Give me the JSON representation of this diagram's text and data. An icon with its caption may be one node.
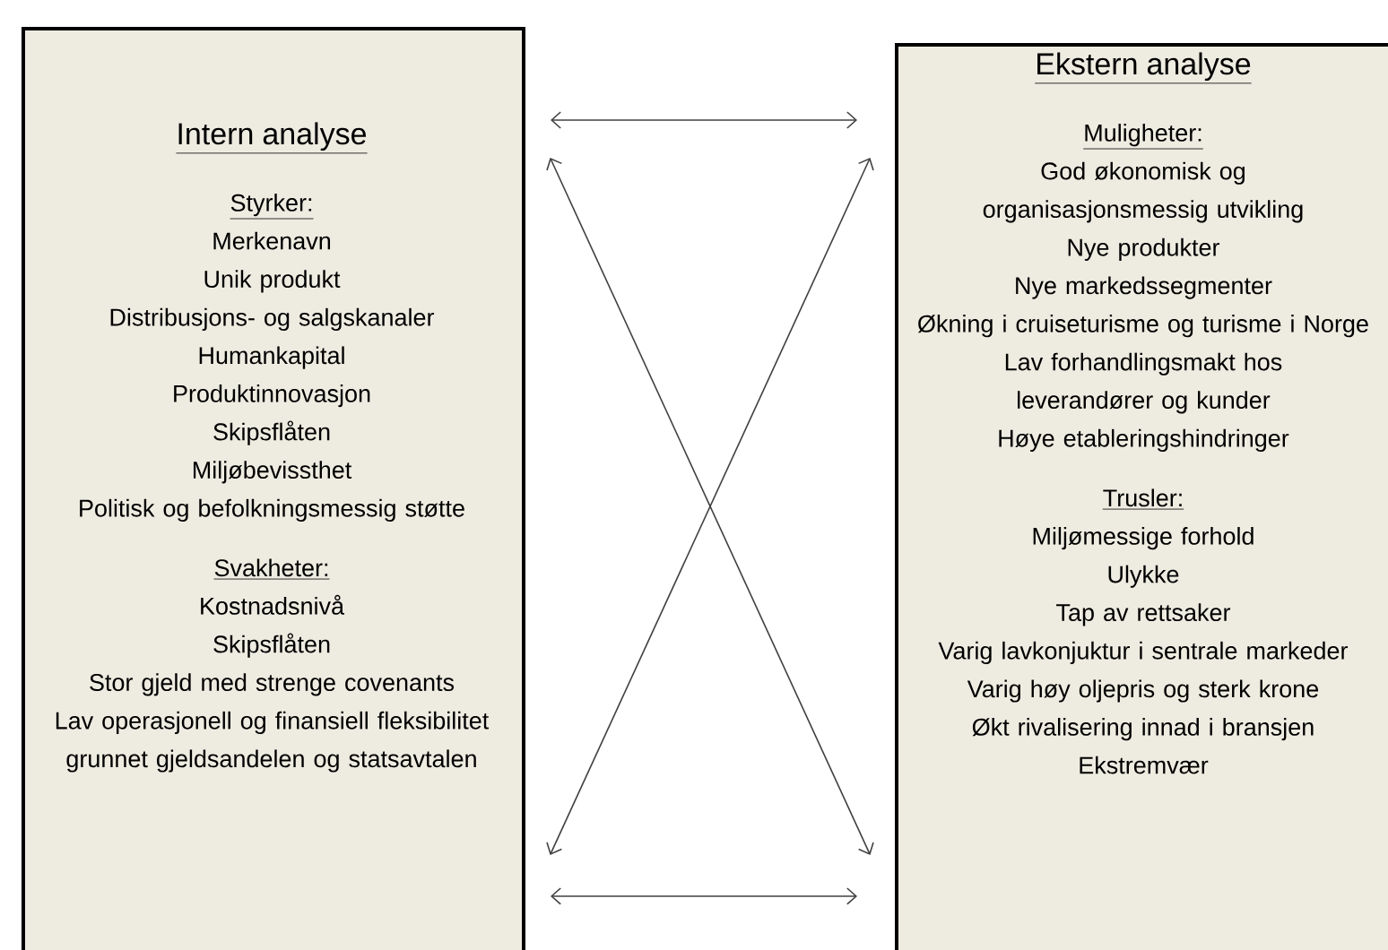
{
  "diagram": {
    "nodes": [
      {
        "text": [
          "Intern analyse",
          "Styrker:",
          "Merkenavn",
          "Unik produkt",
          "Distribusjons- og salgskanaler",
          "Humankapital",
          "Produktinnovasjon",
          "Skipsflåten",
          "Miljøbevissthet",
          "Politisk og befolkningsmessig støtte",
          "Svakheter:",
          "Kostnadsnivå",
          "Skipsflåten",
          "Stor gjeld med strenge covenants",
          "Lav operasjonell og finansiell fleksibilitet grunnet gjeldsandelen og statsavtalen"
        ]
      },
      {
        "text": [
          "Ekstern analyse",
          "Muligheter:",
          "God økonomisk og organisasjonsmessig utvikling",
          "Nye produkter",
          "Nye markedssegmenter",
          "Økning i cruiseturisme og turisme i Norge",
          "Lav forhandlingsmakt hos leverandører og kunder",
          "Høye etableringshindringer",
          "Trusler:",
          "Miljømessige forhold",
          "Ulykke",
          "Tap av rettsaker",
          "Varig lavkonjuktur i sentrale markeder",
          "Varig høy oljepris og sterk krone",
          "Økt rivalisering innad i bransjen",
          "Ekstremvær"
        ]
      }
    ],
    "edges": [
      {
        "from": 0,
        "to": 1,
        "arrow": "both"
      },
      {
        "from": 0,
        "to": 1,
        "arrow": "both"
      },
      {
        "from": 0,
        "to": 1,
        "arrow": "both"
      },
      {
        "from": 0,
        "to": 1,
        "arrow": "both"
      }
    ]
  }
}
